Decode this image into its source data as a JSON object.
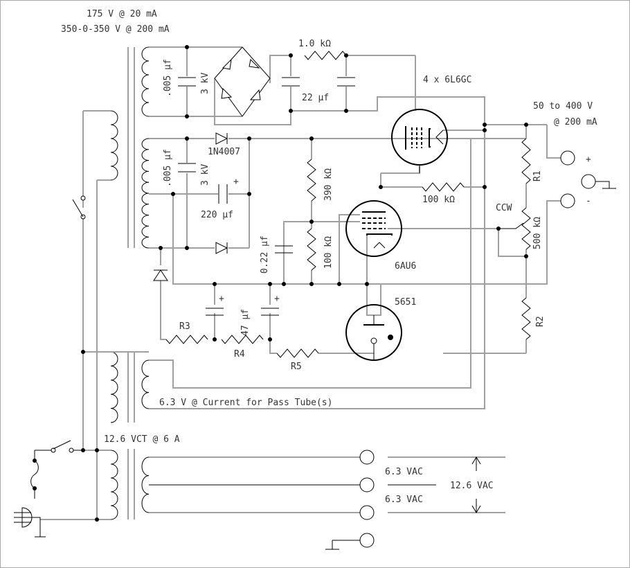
{
  "diagram": {
    "title_lines": [
      "175 V @ 20 mA",
      "350-0-350 V @ 200 mA"
    ],
    "labels": {
      "bridge_cap": ".005 µf",
      "bridge_cap_kv": "3 kV",
      "r_1k": "1.0 kΩ",
      "cap_22": "22 µf",
      "pass_tubes": "4 x 6L6GC",
      "output_rating_1": "50 to 400 V",
      "output_rating_2": "@ 200 mA",
      "diode_1n4007": "1N4007",
      "cap2": ".005 µf",
      "cap2_kv": "3 kV",
      "cap_220": "220 µf",
      "r_390k": "390 kΩ",
      "cap_022": "0.22 µf",
      "r_100k_v": "100 kΩ",
      "r_100k_h": "100 kΩ",
      "tube_6au6": "6AU6",
      "ccw": "CCW",
      "pot_500k": "500 kΩ",
      "r1": "R1",
      "r2": "R2",
      "r3": "R3",
      "r4": "R4",
      "r5": "R5",
      "cap_47": "47 µf",
      "tube_5651": "5651",
      "heater_pass": "6.3 V @ Current for Pass Tube(s)",
      "heater_ct": "12.6 VCT @ 6 A",
      "vac_upper": "6.3 VAC",
      "vac_lower": "6.3 VAC",
      "vac_total": "12.6 VAC",
      "plus": "+",
      "minus": "-",
      "cap_plus": "+"
    }
  }
}
